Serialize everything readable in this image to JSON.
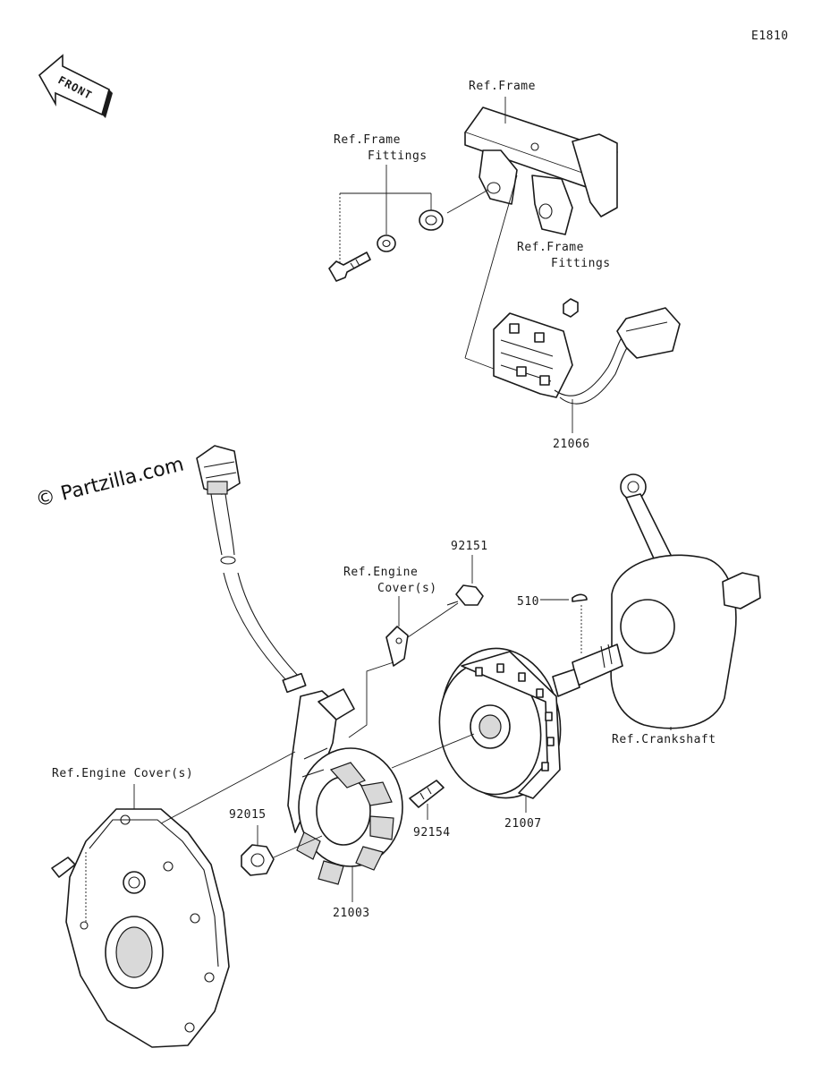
{
  "diagram_code": "E1810",
  "watermark": "© Partzilla.com",
  "front_arrow_label": "FRONT",
  "labels": {
    "ref_frame": "Ref.Frame",
    "ref_frame_fittings_top_1": "Ref.Frame",
    "ref_frame_fittings_top_2": "Fittings",
    "ref_frame_fittings_mid_1": "Ref.Frame",
    "ref_frame_fittings_mid_2": "Fittings",
    "part_21066": "21066",
    "part_92151": "92151",
    "ref_engine_cover_upper_1": "Ref.Engine",
    "ref_engine_cover_upper_2": "Cover(s)",
    "part_510": "510",
    "ref_crankshaft": "Ref.Crankshaft",
    "ref_engine_cover_lower": "Ref.Engine Cover(s)",
    "part_92015": "92015",
    "part_92154": "92154",
    "part_21007": "21007",
    "part_21003": "21003"
  }
}
